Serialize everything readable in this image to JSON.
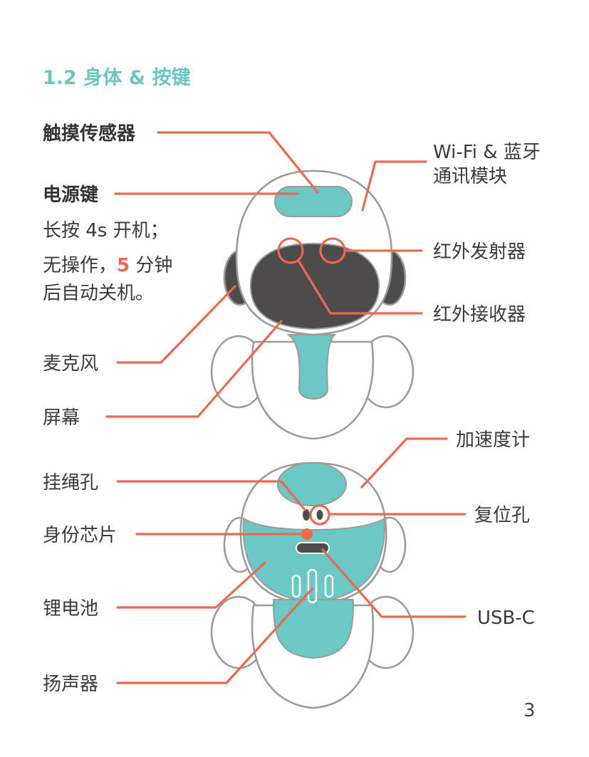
{
  "section_title": "1.2 身体 & 按键",
  "page_number": "3",
  "power_note": {
    "line1": "长按 4s 开机；",
    "line2_prefix": "无操作，",
    "line2_highlight": "5",
    "line2_suffix": " 分钟",
    "line3": "后自动关机。"
  },
  "front_labels": {
    "touch_sensor": "触摸传感器",
    "power_key": "电源键",
    "wifi_bt_line1": "Wi-Fi & 蓝牙",
    "wifi_bt_line2": "通讯模块",
    "ir_emitter": "红外发射器",
    "ir_receiver": "红外接收器",
    "microphone": "麦克风",
    "screen": "屏幕"
  },
  "back_labels": {
    "accelerometer": "加速度计",
    "lanyard_hole": "挂绳孔",
    "reset_hole": "复位孔",
    "id_chip": "身份芯片",
    "battery": "锂电池",
    "usb_c": "USB-C",
    "speaker": "扬声器"
  },
  "colors": {
    "title": "#6cc4c4",
    "accent": "#ea6a4f",
    "teal": "#6cc8c4",
    "screen": "#4d4b4c",
    "outline": "#9b9b9b"
  }
}
